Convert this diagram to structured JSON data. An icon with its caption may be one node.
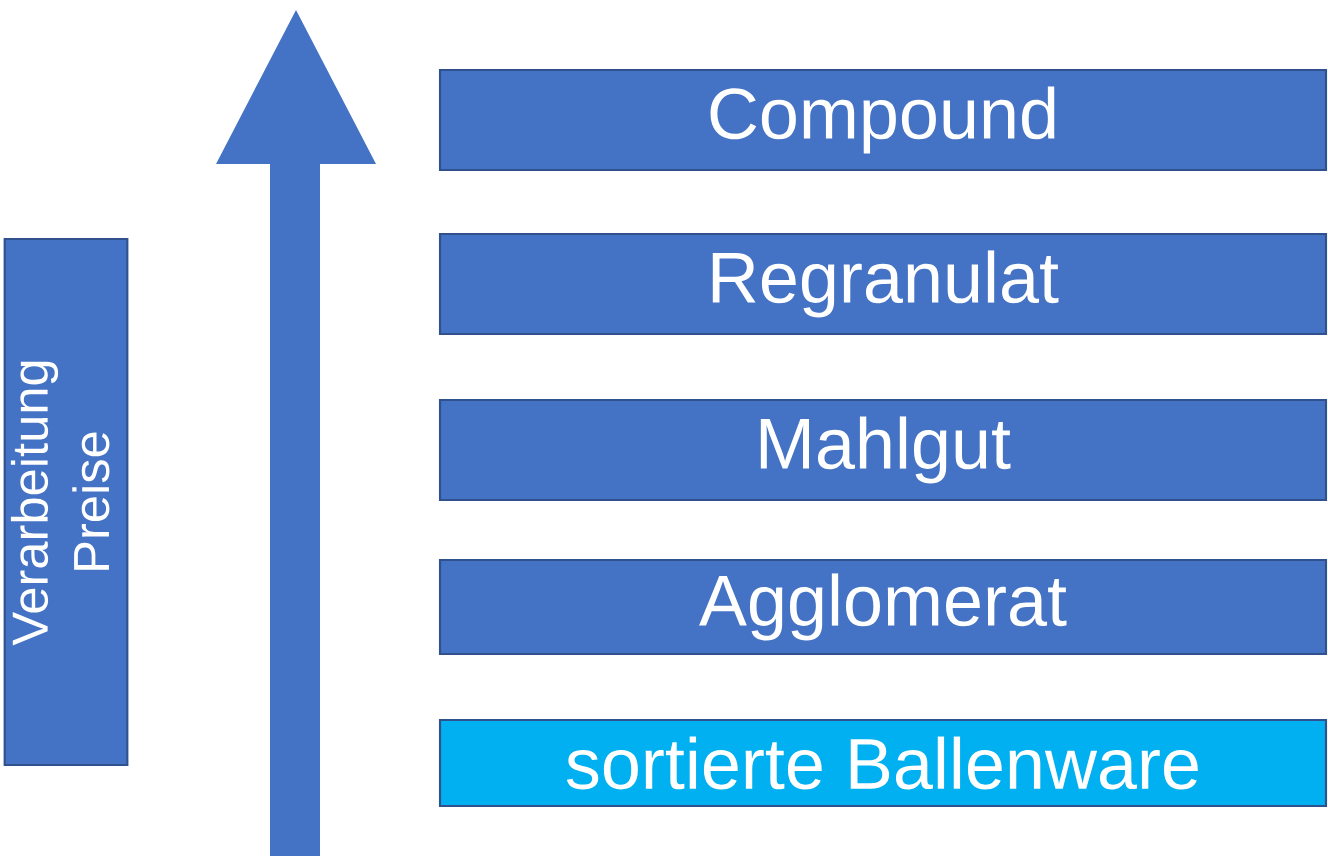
{
  "diagram": {
    "nodes": [
      {
        "text": [
          "Verarbeitung",
          "Preise"
        ]
      },
      {
        "text": [
          "Compound"
        ]
      },
      {
        "text": [
          "Regranulat"
        ]
      },
      {
        "text": [
          "Mahlgut"
        ]
      },
      {
        "text": [
          "Agglomerat"
        ]
      },
      {
        "text": [
          "sortierte Ballenware"
        ]
      }
    ]
  }
}
